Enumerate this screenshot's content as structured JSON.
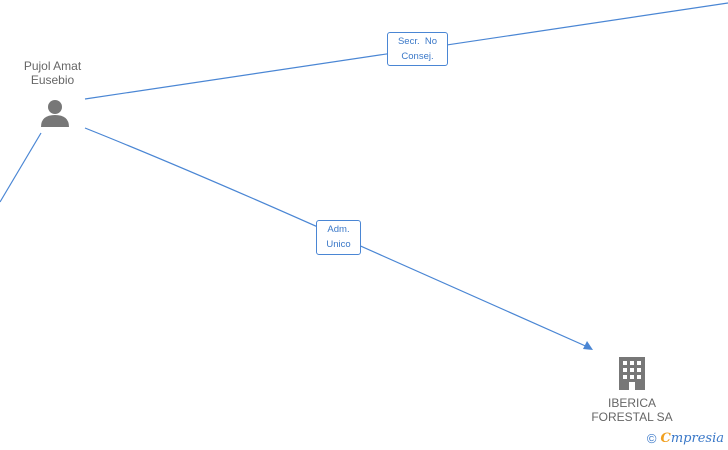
{
  "nodes": {
    "person": {
      "name_line1": "Pujol Amat",
      "name_line2": "Eusebio",
      "icon": "person-icon"
    },
    "company": {
      "name_line1": "IBERICA",
      "name_line2": "FORESTAL SA",
      "icon": "building-icon"
    }
  },
  "edges": [
    {
      "label_line1": "Secr.  No",
      "label_line2": "Consej."
    },
    {
      "label_line1": "Adm.",
      "label_line2": "Unico"
    }
  ],
  "brand": {
    "copyright": "©",
    "first_letter": "C",
    "rest": "mpresia"
  },
  "colors": {
    "edge": "#4a86d4",
    "node_icon": "#777777",
    "label_text": "#3a78c8"
  }
}
